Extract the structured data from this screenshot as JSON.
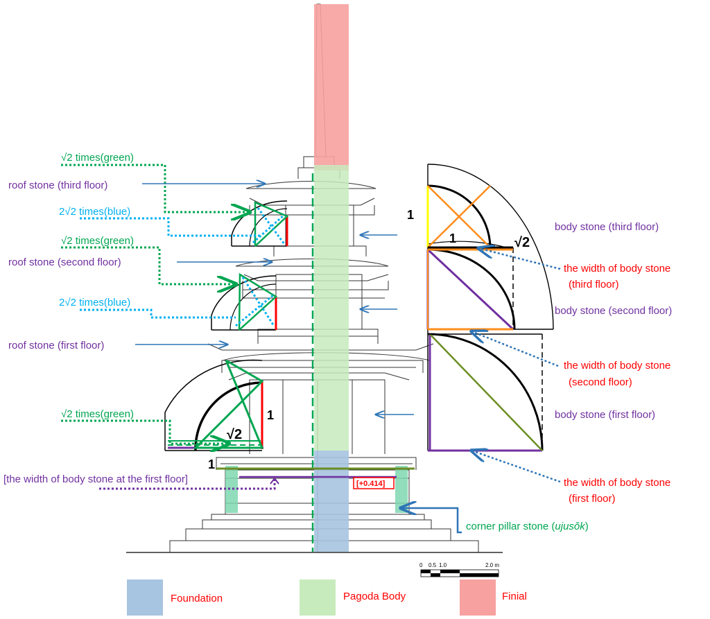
{
  "labels": {
    "left": {
      "sqrt2_green_1": "√2 times(green)",
      "roof_third": "roof stone (third floor)",
      "blue_1": "2√2 times(blue)",
      "sqrt2_green_2": "√2 times(green)",
      "roof_second": "roof stone (second floor)",
      "blue_2": "2√2 times(blue)",
      "roof_first": "roof stone (first floor)",
      "sqrt2_green_3": "√2 times(green)",
      "width_first_bracket": "[the width of body stone at the first floor]"
    },
    "right": {
      "body_third": "body stone (third floor)",
      "width_third_1": "the width of body stone",
      "width_third_2": "(third floor)",
      "body_second": "body stone (second floor)",
      "width_second_1": "the width of body stone",
      "width_second_2": "(second floor)",
      "body_first": "body stone (first floor)",
      "width_first_1": "the width of body stone",
      "width_first_2": "(first floor)",
      "corner_pillar_prefix": "corner pillar stone (",
      "corner_pillar_italic": "ujusŏk",
      "corner_pillar_suffix": ")"
    },
    "marks": {
      "one_right": "1",
      "one_inner": "1",
      "sqrt2_right": "√2",
      "one_left": "1",
      "sqrt2_left": "√2",
      "one_base": "1",
      "plus_value": "[+0.414]"
    },
    "scale": {
      "ticks": [
        "0",
        "0.5",
        "1.0",
        "2.0 m"
      ]
    }
  },
  "legend": [
    {
      "label": "Foundation",
      "color": "#a7c4e0"
    },
    {
      "label": "Pagoda Body",
      "color": "#c7ebbd"
    },
    {
      "label": "Finial",
      "color": "#f7a1a0"
    }
  ],
  "colors": {
    "finial": "#f7a1a0",
    "body": "#c7ebbd",
    "foundation": "#a7c4e0",
    "green_line": "#00a651",
    "blue_line": "#00b0f0",
    "red_line": "#ff0000",
    "purple_line": "#7030a0",
    "orange_line": "#ff8c1a",
    "yellow_line": "#ffff00",
    "olive_line": "#6b8e23",
    "arrow_blue": "#2e75b6"
  }
}
